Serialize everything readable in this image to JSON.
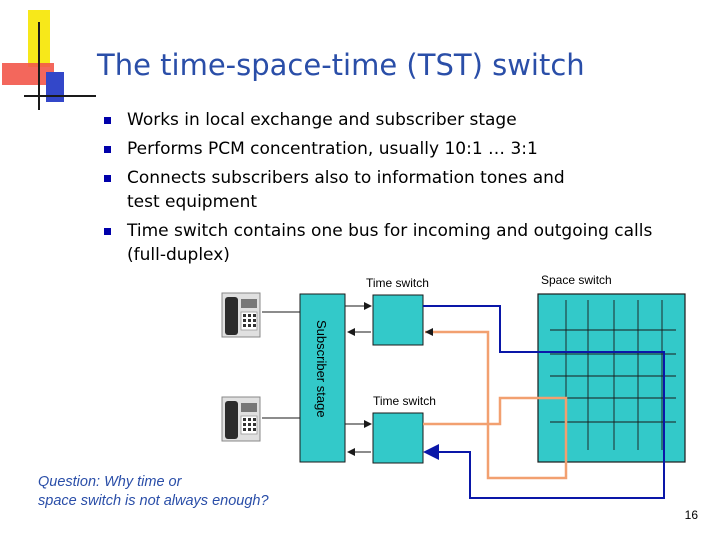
{
  "slide": {
    "title": "The time-space-time (TST) switch",
    "bullets": [
      "Works in local exchange and subscriber stage",
      "Performs PCM concentration, usually 10:1 … 3:1",
      "Connects subscribers also to information tones and test equipment",
      "Time switch contains one bus for incoming and outgoing calls (full-duplex)"
    ],
    "question": [
      "Question: Why time or",
      "space switch is not always enough?"
    ],
    "page_number": "16"
  },
  "diagram": {
    "subscriber_stage_label": "Subscriber stage",
    "time_switch_top_label": "Time switch",
    "time_switch_bottom_label": "Time switch",
    "space_switch_label": "Space switch"
  },
  "colors": {
    "title": "#2a4ea8",
    "bullet_marker": "#0000aa",
    "switch_fill": "#33c9c9",
    "blue_line": "#0a17a8",
    "orange_line": "#f2a070",
    "question": "#2a4ea8"
  }
}
